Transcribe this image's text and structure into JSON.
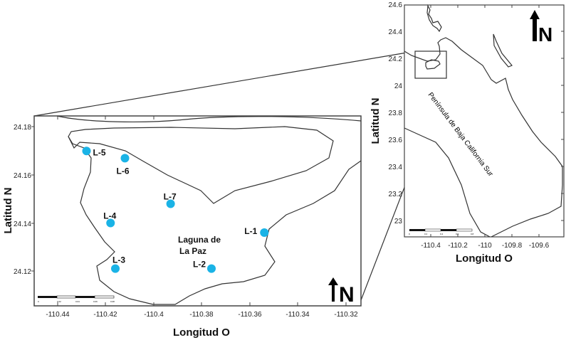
{
  "main_map": {
    "x_axis_title": "Longitud O",
    "y_axis_title": "Latitud N",
    "x_ticks": [
      "-110.44",
      "-110.42",
      "-110.4",
      "-110.38",
      "-110.36",
      "-110.34",
      "-110.32"
    ],
    "y_ticks": [
      "24.18",
      "24.16",
      "24.14",
      "24.12"
    ],
    "lagoon_label_line1": "Laguna de",
    "lagoon_label_line2": "La Paz",
    "north_label": "N",
    "scale_labels": [
      "0",
      "0.02",
      "0.04",
      "0.06",
      "0.08"
    ],
    "station_color": "#1ab3e6",
    "stations": [
      {
        "id": "L-1",
        "lon": -110.354,
        "lat": 24.136
      },
      {
        "id": "L-2",
        "lon": -110.376,
        "lat": 24.121
      },
      {
        "id": "L-3",
        "lon": -110.416,
        "lat": 24.121
      },
      {
        "id": "L-4",
        "lon": -110.418,
        "lat": 24.14
      },
      {
        "id": "L-5",
        "lon": -110.428,
        "lat": 24.17
      },
      {
        "id": "L-6",
        "lon": -110.412,
        "lat": 24.167
      },
      {
        "id": "L-7",
        "lon": -110.393,
        "lat": 24.148
      }
    ]
  },
  "inset_map": {
    "x_axis_title": "Longitud O",
    "y_axis_title": "Latitud N",
    "x_ticks": [
      "-110.4",
      "-110.2",
      "-110",
      "-109.8",
      "-109.6"
    ],
    "y_ticks": [
      "24.6",
      "24.4",
      "24.2",
      "24",
      "23.8",
      "23.6",
      "23.4",
      "23.2",
      "23"
    ],
    "region_label": "Península de Baja California Sur",
    "north_label": "N",
    "scale_labels": [
      "0",
      "0.2",
      "0.4",
      "0.6",
      "0.8"
    ]
  }
}
